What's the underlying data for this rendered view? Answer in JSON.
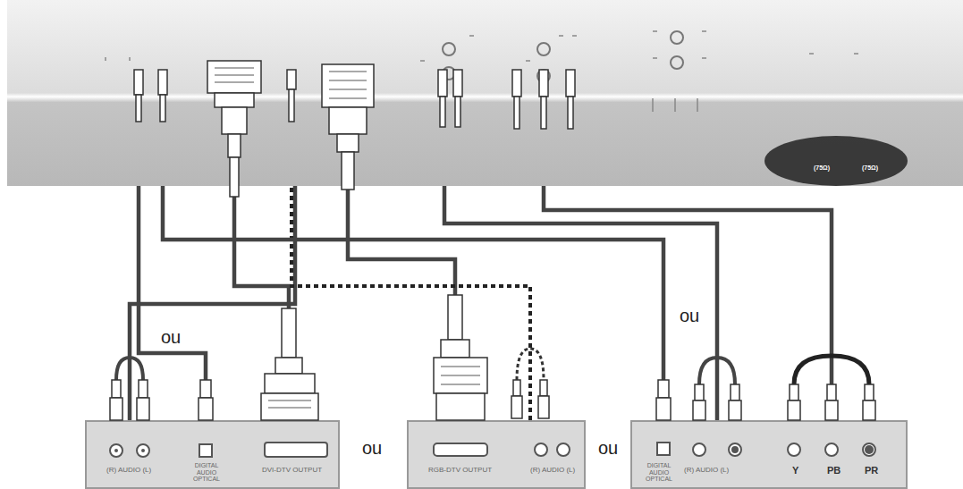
{
  "diagram": {
    "nodes": [
      {
        "text": [
          "(75Ω)",
          "(75Ω)"
        ]
      },
      {
        "text": [
          "(R) AUDIO (L)",
          "DIGITAL AUDIO OPTICAL",
          "DVI-DTV OUTPUT"
        ]
      },
      {
        "text": [
          "RGB-DTV OUTPUT",
          "(R) AUDIO (L)"
        ]
      },
      {
        "text": [
          "DIGITAL AUDIO OPTICAL",
          "(R) AUDIO (L)",
          "Y",
          "PB",
          "PR"
        ]
      }
    ],
    "edges": [
      {
        "from": 1,
        "to": 0,
        "arrow": "none"
      },
      {
        "from": 1,
        "to": 0,
        "arrow": "none"
      },
      {
        "from": 1,
        "to": 0,
        "arrow": "none"
      },
      {
        "from": 2,
        "to": 0,
        "arrow": "none"
      },
      {
        "from": 2,
        "to": 0,
        "arrow": "none"
      },
      {
        "from": 3,
        "to": 0,
        "arrow": "none"
      },
      {
        "from": 3,
        "to": 0,
        "arrow": "none"
      },
      {
        "from": 3,
        "to": 0,
        "arrow": "none"
      }
    ],
    "labels": [
      "ou",
      "ou",
      "ou",
      "ou"
    ]
  }
}
